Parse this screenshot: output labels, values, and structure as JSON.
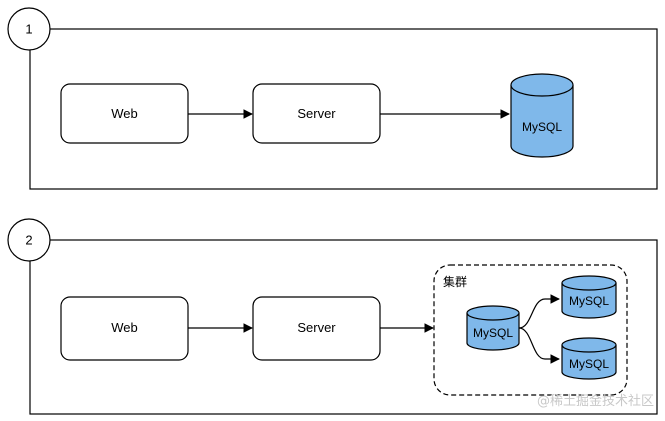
{
  "diagram1": {
    "number": "1",
    "web_label": "Web",
    "server_label": "Server",
    "db_label": "MySQL"
  },
  "diagram2": {
    "number": "2",
    "web_label": "Web",
    "server_label": "Server",
    "cluster_label": "集群",
    "primary_db_label": "MySQL",
    "replica_top_label": "MySQL",
    "replica_bottom_label": "MySQL"
  },
  "watermark": "@稀土掘金技术社区",
  "colors": {
    "db_fill": "#7fb8ea",
    "db_stroke": "#000000",
    "box_stroke": "#000000",
    "background": "#ffffff"
  }
}
